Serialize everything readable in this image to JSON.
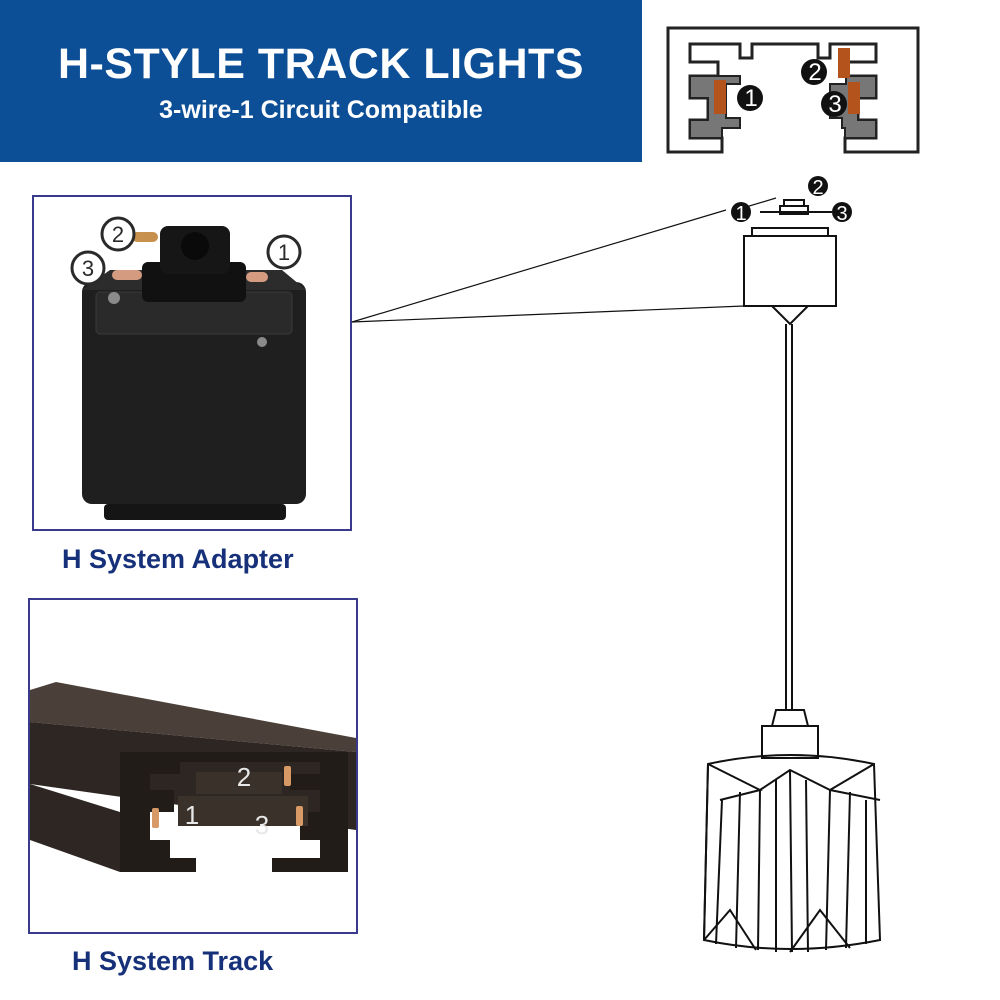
{
  "banner": {
    "title": "H-STYLE TRACK LIGHTS",
    "subtitle": "3-wire-1 Circuit Compatible"
  },
  "labels": {
    "adapter": "H System Adapter",
    "track": "H System Track"
  },
  "markers": {
    "one": "1",
    "two": "2",
    "three": "3"
  },
  "colors": {
    "banner_blue": "#0d4f96",
    "caption_blue": "#16307a",
    "contact_orange": "#b5531c",
    "product_black": "#1f1f1f",
    "track_brown": "#2e2622"
  }
}
